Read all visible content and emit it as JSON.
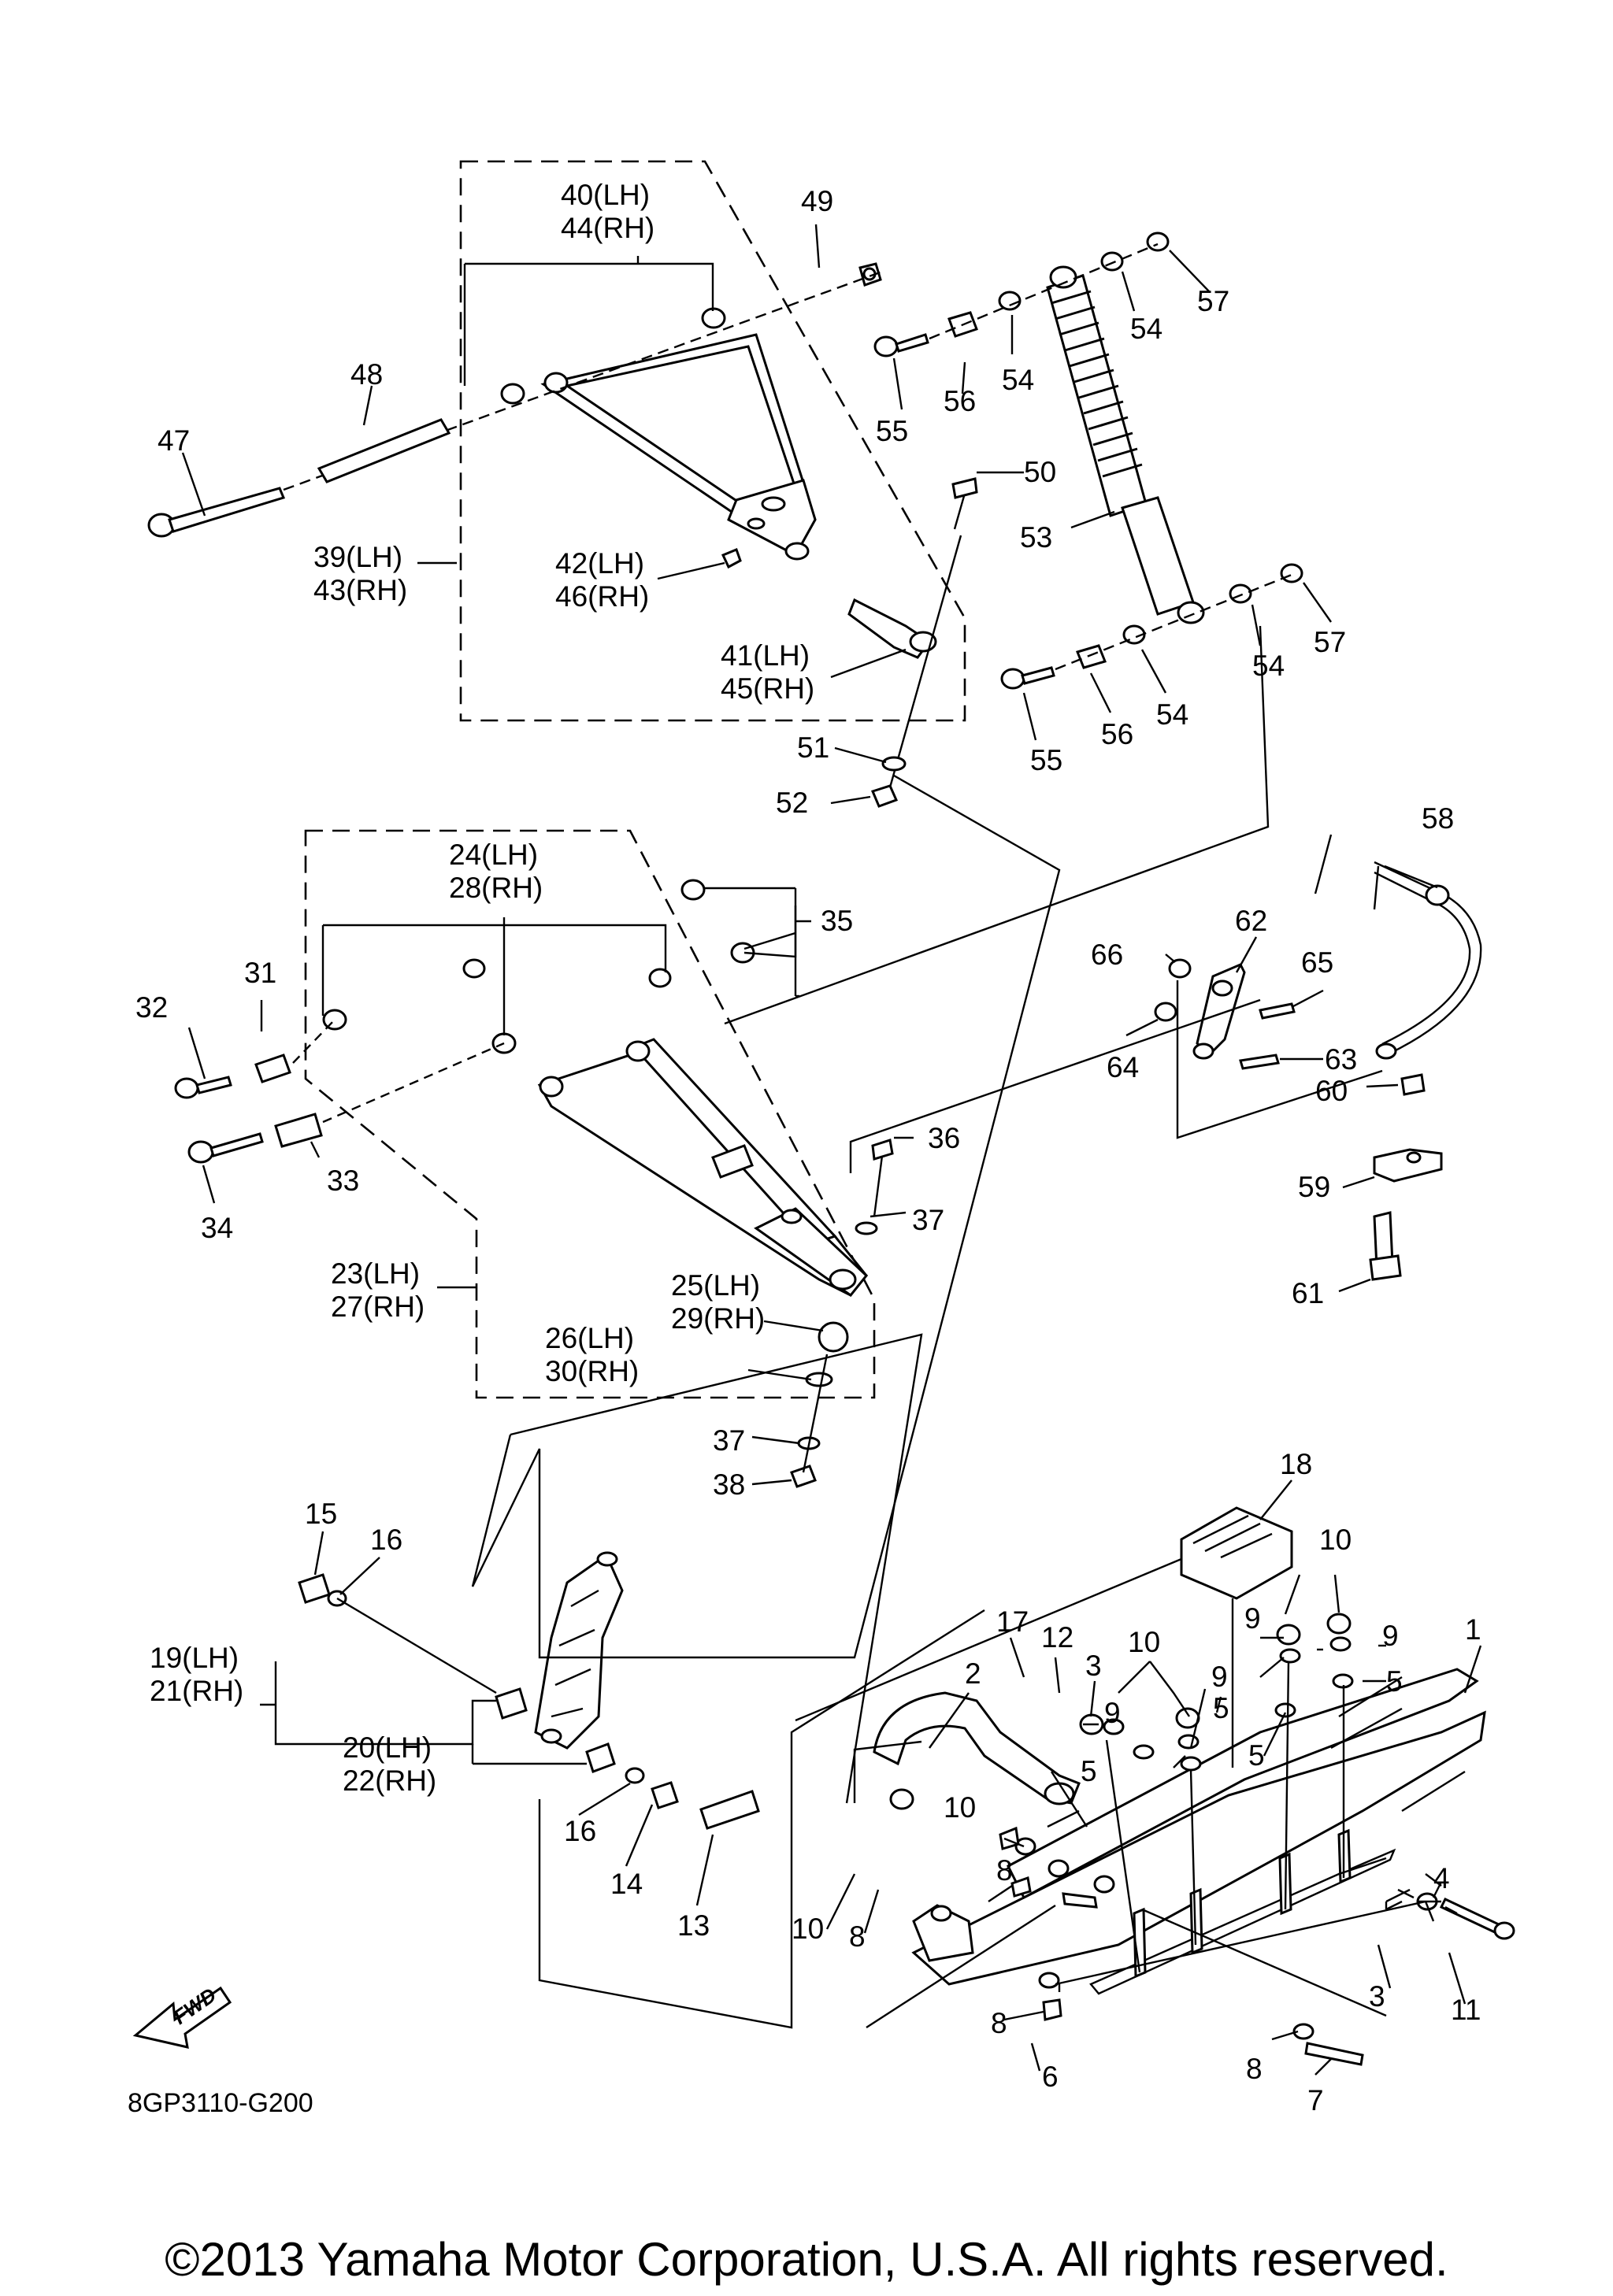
{
  "diagram_code": "8GP3110-G200",
  "copyright": "©2013 Yamaha Motor Corporation, U.S.A. All rights reserved.",
  "fwd_label": "FWD",
  "callouts": {
    "n1": "1",
    "n2": "2",
    "n3a": "3",
    "n3b": "3",
    "n4": "4",
    "n5a": "5",
    "n5b": "5",
    "n5c": "5",
    "n5d": "5",
    "n6": "6",
    "n7": "7",
    "n8a": "8",
    "n8b": "8",
    "n8c": "8",
    "n8d": "8",
    "n9a": "9",
    "n9b": "9",
    "n9c": "9",
    "n9d": "9",
    "n10a": "10",
    "n10b": "10",
    "n10c": "10",
    "n10d": "10",
    "n11": "11",
    "n12": "12",
    "n13": "13",
    "n14": "14",
    "n15": "15",
    "n16a": "16",
    "n16b": "16",
    "n17": "17",
    "n18": "18",
    "n19": "19(LH)",
    "n21": "21(RH)",
    "n20": "20(LH)",
    "n22": "22(RH)",
    "n23": "23(LH)",
    "n27": "27(RH)",
    "n24": "24(LH)",
    "n28": "28(RH)",
    "n25": "25(LH)",
    "n29": "29(RH)",
    "n26": "26(LH)",
    "n30": "30(RH)",
    "n31": "31",
    "n32": "32",
    "n33": "33",
    "n34": "34",
    "n35": "35",
    "n36": "36",
    "n37a": "37",
    "n37b": "37",
    "n38": "38",
    "n39": "39(LH)",
    "n43": "43(RH)",
    "n40": "40(LH)",
    "n44": "44(RH)",
    "n41": "41(LH)",
    "n45": "45(RH)",
    "n42": "42(LH)",
    "n46": "46(RH)",
    "n47": "47",
    "n48": "48",
    "n49": "49",
    "n50": "50",
    "n51": "51",
    "n52": "52",
    "n53": "53",
    "n54a": "54",
    "n54b": "54",
    "n54c": "54",
    "n54d": "54",
    "n55a": "55",
    "n55b": "55",
    "n56a": "56",
    "n56b": "56",
    "n57a": "57",
    "n57b": "57",
    "n58": "58",
    "n59": "59",
    "n60": "60",
    "n61": "61",
    "n62": "62",
    "n63": "63",
    "n64": "64",
    "n65": "65",
    "n66": "66"
  }
}
